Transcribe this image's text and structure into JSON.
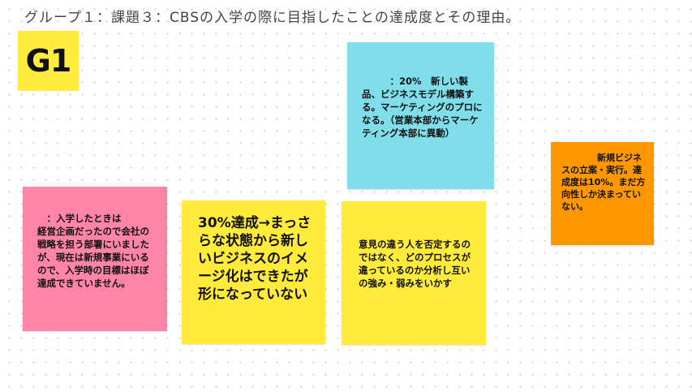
{
  "board": {
    "title": "グループ１：課題３：CBSの入学の際に目指したことの達成度とその理由。",
    "frame_tag": "G1"
  },
  "colors": {
    "frame_tag": "#ffec3d",
    "pink": "#ff85a8",
    "yellow": "#ffeb3b",
    "cyan": "#80deea",
    "orange": "#ff9800"
  },
  "notes": {
    "pink": "　：入学したときは\n経営企画だったので会社の戦略を担う部署にいましたが、現在は新規事業にいるので、入学時の目標はほぼ達成できていません。",
    "yellow_large": "30%達成→まっさらな状態から新しいビジネスのイメージ化はできたが形になっていない",
    "yellow_mid": "意見の違う人を否定するのではなく、どのプロセスが違っているのか分析し互いの強み・弱みをいかす",
    "cyan": "　　　：20%　新しい製品、ビジネスモデル構築する。マーケティングのプロになる。（営業本部からマーケティング本部に異動）",
    "orange": "　　　　新規ビジネスの立案・実行。達成度は10%。まだ方向性しか決まっていない。"
  }
}
